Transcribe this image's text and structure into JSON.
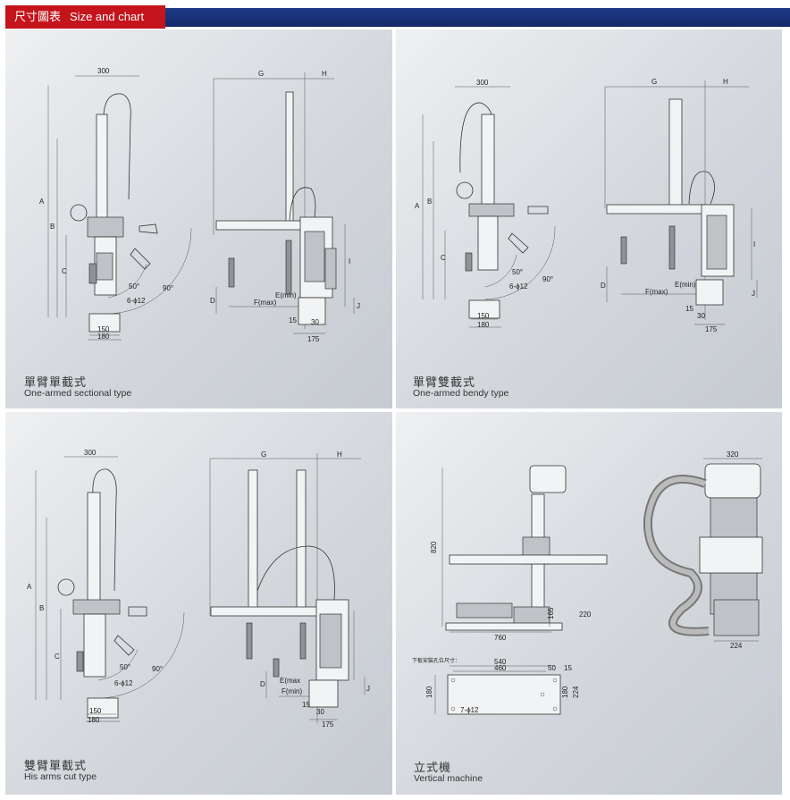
{
  "header": {
    "title_cn": "尺寸圖表",
    "title_en": "Size and chart"
  },
  "panels": [
    {
      "caption_cn": "單臂單截式",
      "caption_en": "One-armed sectional type"
    },
    {
      "caption_cn": "單臂雙截式",
      "caption_en": "One-armed bendy type"
    },
    {
      "caption_cn": "雙臂單截式",
      "caption_en": "His arms cut type"
    },
    {
      "caption_cn": "立式機",
      "caption_en": "Vertical machine"
    }
  ],
  "dims": {
    "w300": "300",
    "G": "G",
    "H": "H",
    "A": "A",
    "B": "B",
    "C": "C",
    "D": "D",
    "E": "E(min)",
    "F": "F(max)",
    "I": "I",
    "J": "J",
    "w150": "150",
    "w180": "180",
    "w15": "15",
    "w30": "30",
    "w175": "175",
    "a50": "50°",
    "a90": "90°",
    "hole": "6-ϕ12",
    "E2": "E(max",
    "F2": "F(min)",
    "v320": "320",
    "v820": "820",
    "v165": "165",
    "v220": "220",
    "v760": "760",
    "v224": "224",
    "install": "下板安裝孔位尺寸：",
    "v540": "540",
    "v460": "460",
    "v50": "50",
    "v15": "15",
    "v180": "180",
    "v7": "7-ϕ12"
  }
}
